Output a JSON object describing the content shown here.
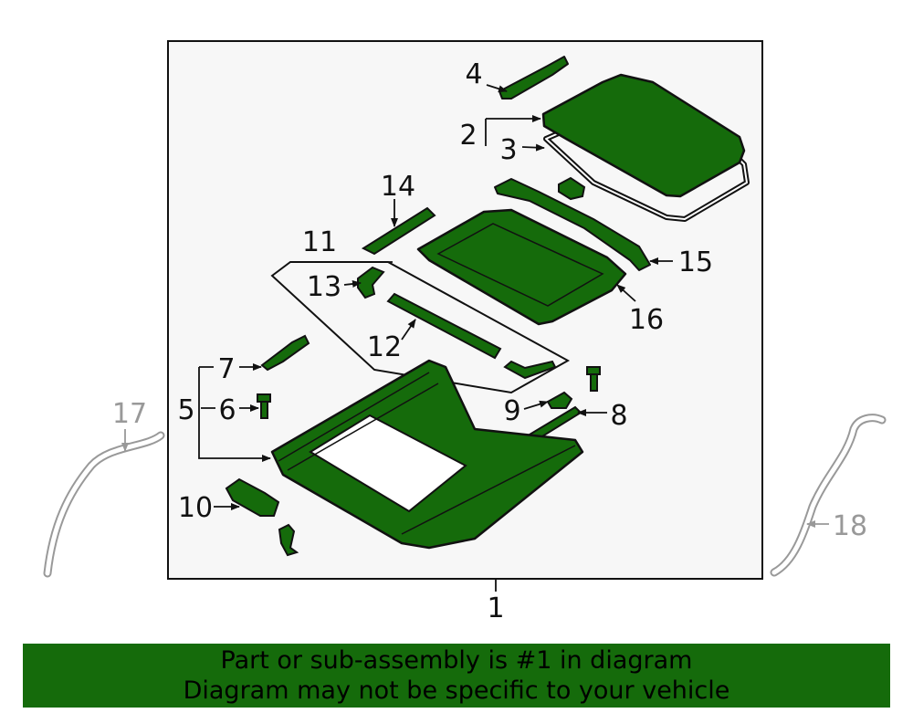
{
  "diagram": {
    "callouts": {
      "c1": "1",
      "c2": "2",
      "c3": "3",
      "c4": "4",
      "c5": "5",
      "c6": "6",
      "c7": "7",
      "c8": "8",
      "c9": "9",
      "c10": "10",
      "c11": "11",
      "c12": "12",
      "c13": "13",
      "c14": "14",
      "c15": "15",
      "c16": "16",
      "c17": "17",
      "c18": "18"
    }
  },
  "banner": {
    "line1": "Part or sub-assembly is #1 in diagram",
    "line2": "Diagram may not be specific to your vehicle"
  },
  "colors": {
    "part_fill": "#156b0b",
    "banner_bg": "#156b0b",
    "panel_bg": "#f7f7f7",
    "external_part": "#999999"
  }
}
